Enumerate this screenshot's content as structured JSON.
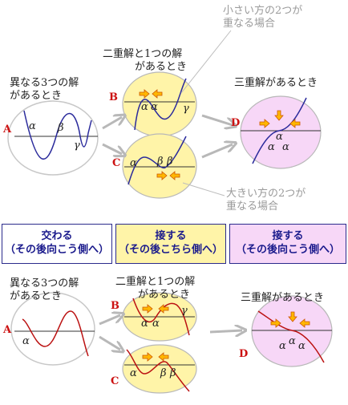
{
  "top": {
    "stage1_label": [
      "異なる3つの解",
      "があるとき"
    ],
    "stage2_label": [
      "二重解と1つの解",
      "があるとき"
    ],
    "stage3_label": "三重解があるとき",
    "note_small": [
      "小さい方の2つが",
      "重なる場合"
    ],
    "note_large": [
      "大きい方の2つが",
      "重なる場合"
    ],
    "letters": {
      "A": "A",
      "B": "B",
      "C": "C",
      "D": "D"
    },
    "roots": {
      "alpha": "α",
      "beta": "β",
      "gamma": "γ"
    }
  },
  "boxes": [
    {
      "line1": "交わる",
      "line2": "（その後向こう側へ）",
      "fill": "#ffffff"
    },
    {
      "line1": "接する",
      "line2": "（その後こちら側へ）",
      "fill": "#fff4a8"
    },
    {
      "line1": "接する",
      "line2": "（その後向こう側へ）",
      "fill": "#f7d7f7"
    }
  ],
  "bottom": {
    "stage1_label": [
      "異なる3つの解",
      "があるとき"
    ],
    "stage2_label": [
      "二重解と1つの解",
      "があるとき"
    ],
    "stage3_label": "三重解があるとき"
  },
  "colors": {
    "yellow_fill": "#fff4a8",
    "pink_fill": "#f7d7f7",
    "blue_curve": "#2b2b9c",
    "red_curve": "#bb1111",
    "arrow_fill": "#ffb700",
    "arrow_stroke": "#cc5500"
  }
}
